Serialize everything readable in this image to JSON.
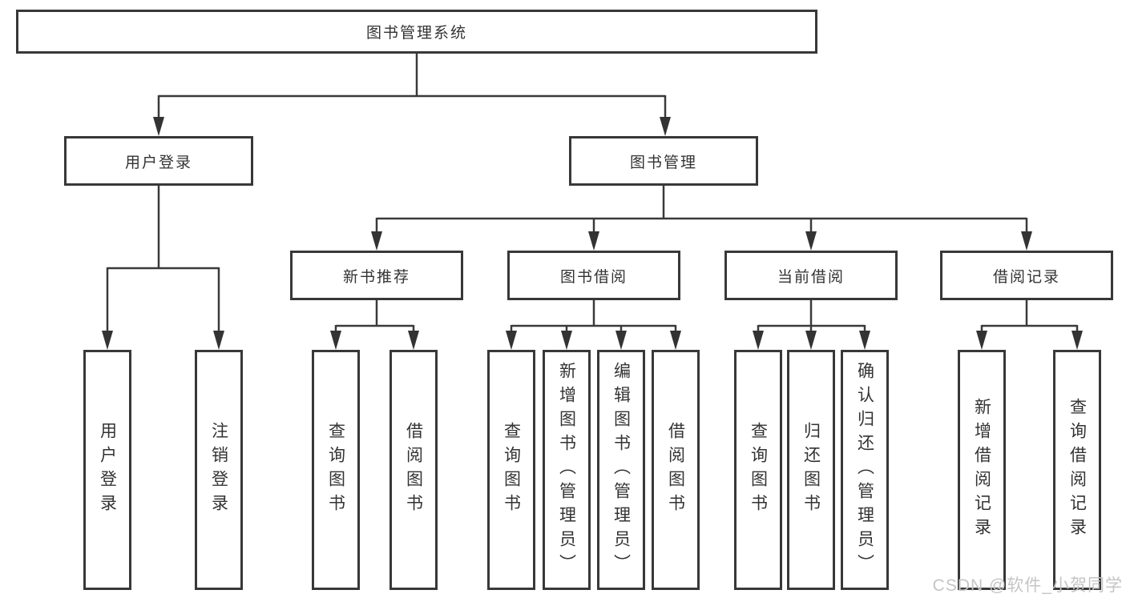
{
  "diagram": {
    "root": {
      "label": "图书管理系统"
    },
    "branches": [
      {
        "label": "用户登录",
        "leaves": [
          "用户登录",
          "注销登录"
        ]
      },
      {
        "label": "图书管理",
        "children": [
          {
            "label": "新书推荐",
            "leaves": [
              "查询图书",
              "借阅图书"
            ]
          },
          {
            "label": "图书借阅",
            "leaves": [
              "查询图书",
              "新增图书（管理员）",
              "编辑图书（管理员）",
              "借阅图书"
            ]
          },
          {
            "label": "当前借阅",
            "leaves": [
              "查询图书",
              "归还图书",
              "确认归还（管理员）"
            ]
          },
          {
            "label": "借阅记录",
            "leaves": [
              "新增借阅记录",
              "查询借阅记录"
            ]
          }
        ]
      }
    ],
    "watermark": "CSDN @软件_小贺同学",
    "colors": {
      "line": "#3a3a3a",
      "box_border": "#383838",
      "text": "#333333",
      "background": "#ffffff",
      "watermark": "#c5c5c5"
    }
  }
}
